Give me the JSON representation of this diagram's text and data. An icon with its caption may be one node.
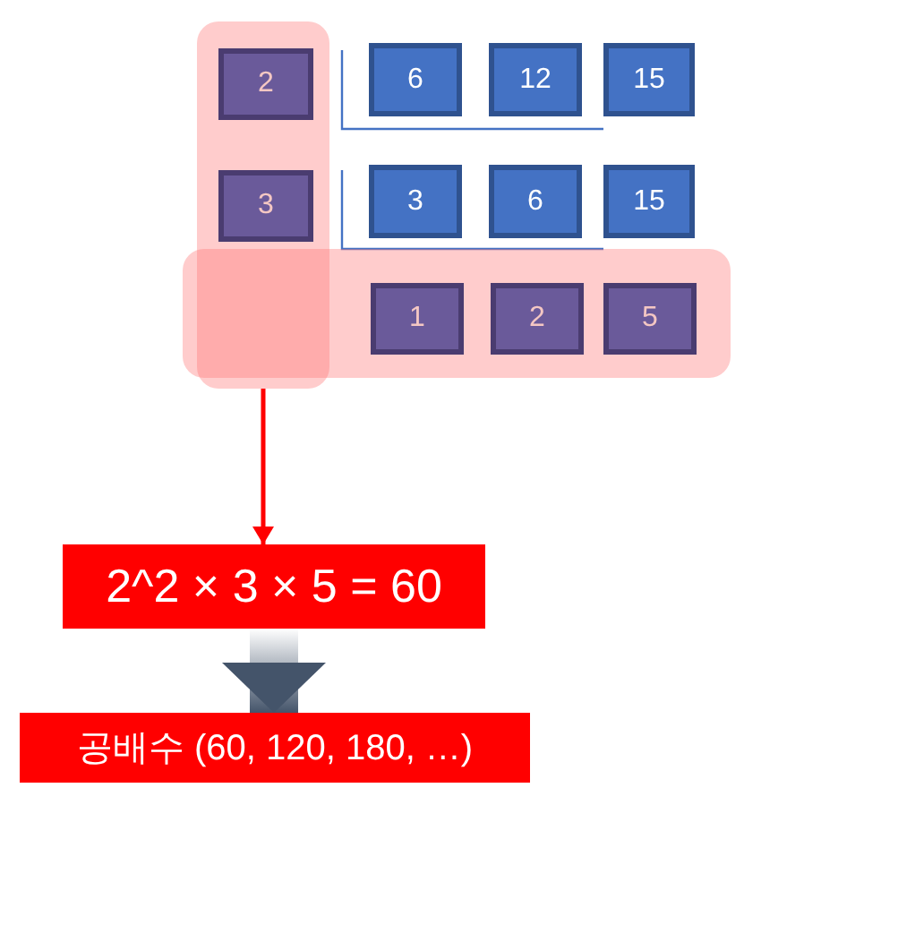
{
  "diagram": {
    "nodes": [
      {
        "text": [],
        "shape": "bar"
      },
      {
        "text": [
          "2"
        ],
        "in": 0
      },
      {
        "text": [
          "6"
        ]
      },
      {
        "text": [
          "12"
        ]
      },
      {
        "text": [
          "15"
        ]
      },
      {
        "text": [
          "3"
        ],
        "in": 0
      },
      {
        "text": [
          "3"
        ]
      },
      {
        "text": [
          "6"
        ]
      },
      {
        "text": [
          "15"
        ]
      },
      {
        "text": [],
        "shape": "bar"
      },
      {
        "text": [
          "1"
        ],
        "in": 9
      },
      {
        "text": [
          "2"
        ],
        "in": 9
      },
      {
        "text": [
          "5"
        ],
        "in": 9
      },
      {
        "text": [
          "2^2 × 3 × 5 = 60"
        ]
      },
      {
        "text": [
          "공배수 (60, 120, 180, …)"
        ]
      }
    ],
    "edges": [
      {
        "from": 0,
        "to": 13,
        "arrow": "to",
        "color": "#ff0000"
      },
      {
        "from": 13,
        "to": 14,
        "arrow": "to",
        "style": "thick",
        "color": "#44546a"
      }
    ]
  }
}
